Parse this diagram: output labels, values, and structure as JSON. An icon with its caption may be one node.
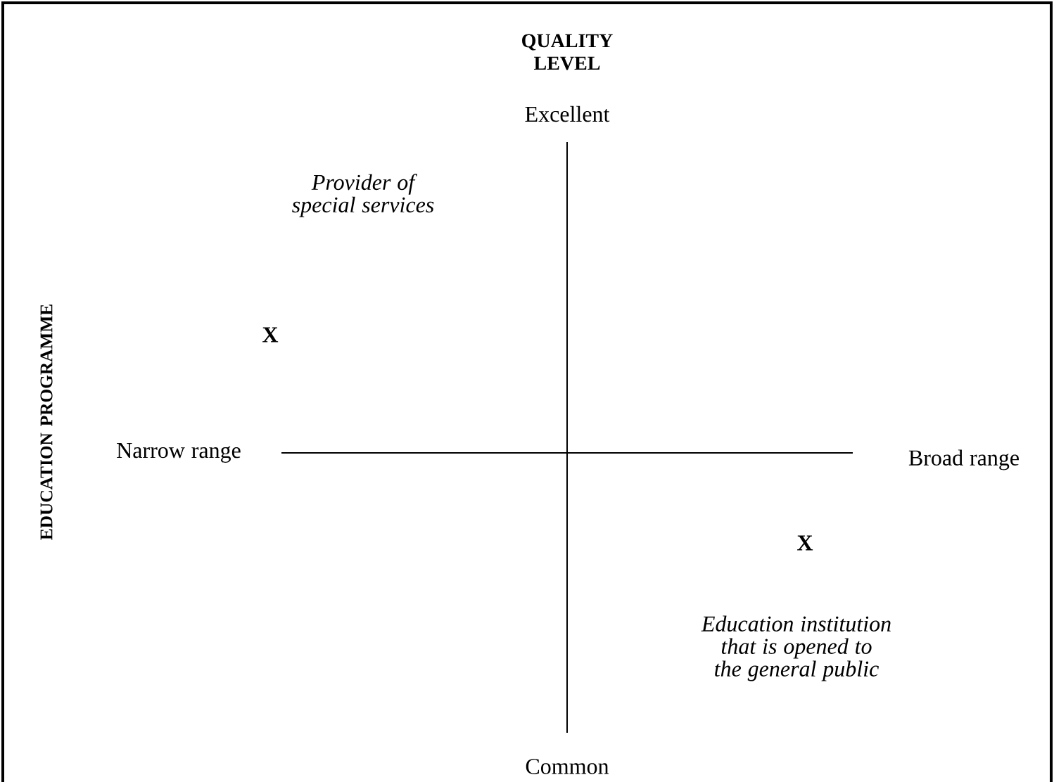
{
  "diagram": {
    "labels": [
      "QUALITY LEVEL",
      "Excellent",
      "Provider of special services",
      "X",
      "EDUCATION PROGRAMME",
      "Narrow range",
      "Broad range",
      "X",
      "Education institution that is opened to the general public",
      "Common"
    ]
  }
}
